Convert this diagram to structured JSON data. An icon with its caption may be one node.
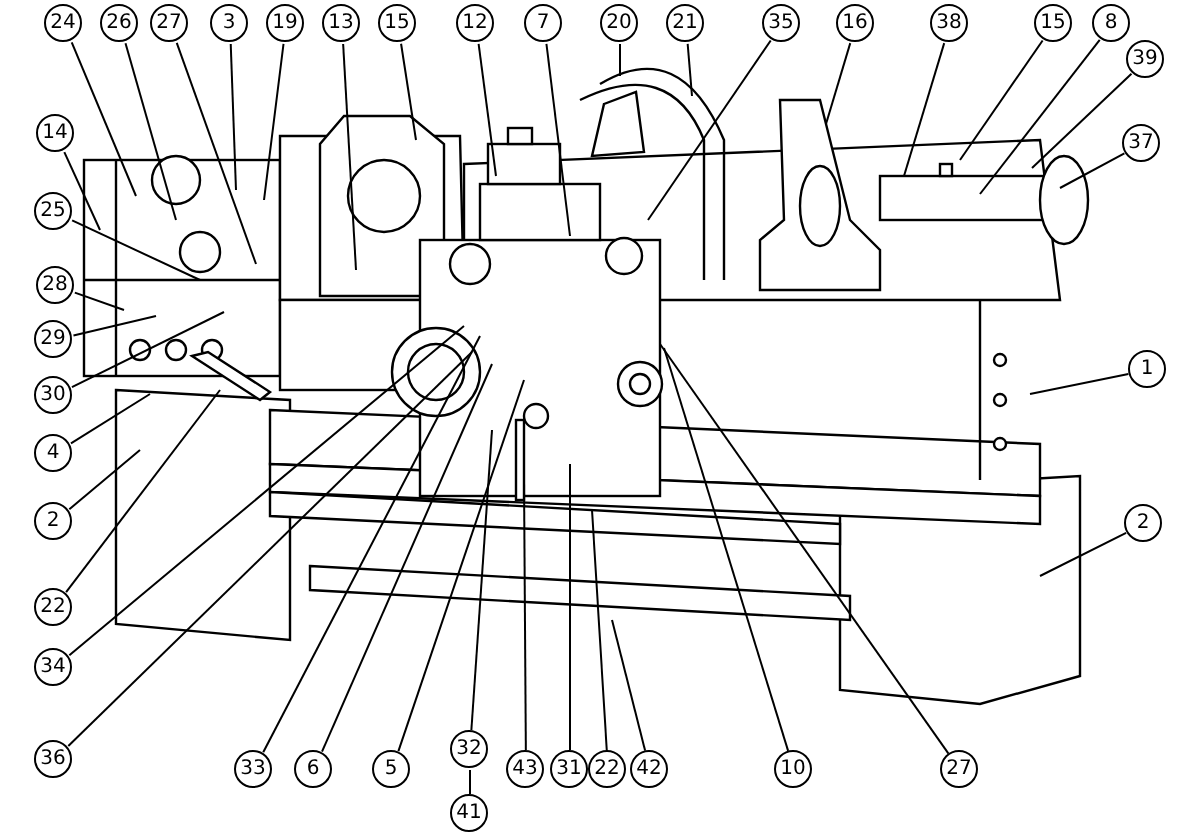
{
  "diagram": {
    "nodes": [
      {
        "text": [
          "24"
        ]
      },
      {
        "text": [
          "26"
        ]
      },
      {
        "text": [
          "27"
        ]
      },
      {
        "text": [
          "3"
        ]
      },
      {
        "text": [
          "19"
        ]
      },
      {
        "text": [
          "13"
        ]
      },
      {
        "text": [
          "15"
        ]
      },
      {
        "text": [
          "12"
        ]
      },
      {
        "text": [
          "7"
        ]
      },
      {
        "text": [
          "20"
        ]
      },
      {
        "text": [
          "21"
        ]
      },
      {
        "text": [
          "35"
        ]
      },
      {
        "text": [
          "16"
        ]
      },
      {
        "text": [
          "38"
        ]
      },
      {
        "text": [
          "15"
        ]
      },
      {
        "text": [
          "8"
        ]
      },
      {
        "text": [
          "39"
        ]
      },
      {
        "text": [
          "37"
        ]
      },
      {
        "text": [
          "14"
        ]
      },
      {
        "text": [
          "25"
        ]
      },
      {
        "text": [
          "28"
        ]
      },
      {
        "text": [
          "29"
        ]
      },
      {
        "text": [
          "30"
        ]
      },
      {
        "text": [
          "4"
        ]
      },
      {
        "text": [
          "2"
        ]
      },
      {
        "text": [
          "22"
        ]
      },
      {
        "text": [
          "34"
        ]
      },
      {
        "text": [
          "36"
        ]
      },
      {
        "text": [
          "1"
        ]
      },
      {
        "text": [
          "2"
        ]
      },
      {
        "text": [
          "33"
        ]
      },
      {
        "text": [
          "6"
        ]
      },
      {
        "text": [
          "5"
        ]
      },
      {
        "text": [
          "32"
        ]
      },
      {
        "text": [
          "41"
        ]
      },
      {
        "text": [
          "43"
        ]
      },
      {
        "text": [
          "31"
        ]
      },
      {
        "text": [
          "22"
        ]
      },
      {
        "text": [
          "42"
        ]
      },
      {
        "text": [
          "10"
        ]
      },
      {
        "text": [
          "27"
        ]
      }
    ],
    "edges": [
      {
        "from": 0,
        "to": null,
        "arrow": "none"
      },
      {
        "from": 1,
        "to": null,
        "arrow": "none"
      },
      {
        "from": 2,
        "to": null,
        "arrow": "none"
      },
      {
        "from": 3,
        "to": null,
        "arrow": "none"
      },
      {
        "from": 4,
        "to": null,
        "arrow": "none"
      },
      {
        "from": 5,
        "to": null,
        "arrow": "none"
      },
      {
        "from": 6,
        "to": null,
        "arrow": "none"
      },
      {
        "from": 7,
        "to": null,
        "arrow": "none"
      },
      {
        "from": 8,
        "to": null,
        "arrow": "none"
      },
      {
        "from": 9,
        "to": null,
        "arrow": "none"
      },
      {
        "from": 10,
        "to": null,
        "arrow": "none"
      },
      {
        "from": 11,
        "to": null,
        "arrow": "none"
      },
      {
        "from": 12,
        "to": null,
        "arrow": "none"
      },
      {
        "from": 13,
        "to": null,
        "arrow": "none"
      },
      {
        "from": 14,
        "to": null,
        "arrow": "none"
      },
      {
        "from": 15,
        "to": null,
        "arrow": "none"
      },
      {
        "from": 16,
        "to": null,
        "arrow": "none"
      },
      {
        "from": 17,
        "to": null,
        "arrow": "none"
      },
      {
        "from": 18,
        "to": null,
        "arrow": "none"
      },
      {
        "from": 19,
        "to": null,
        "arrow": "none"
      },
      {
        "from": 20,
        "to": null,
        "arrow": "none"
      },
      {
        "from": 21,
        "to": null,
        "arrow": "none"
      },
      {
        "from": 22,
        "to": null,
        "arrow": "none"
      },
      {
        "from": 23,
        "to": null,
        "arrow": "none"
      },
      {
        "from": 24,
        "to": null,
        "arrow": "none"
      },
      {
        "from": 25,
        "to": null,
        "arrow": "none"
      },
      {
        "from": 26,
        "to": null,
        "arrow": "none"
      },
      {
        "from": 27,
        "to": null,
        "arrow": "none"
      },
      {
        "from": 28,
        "to": null,
        "arrow": "none"
      },
      {
        "from": 29,
        "to": null,
        "arrow": "none"
      },
      {
        "from": 30,
        "to": null,
        "arrow": "none"
      },
      {
        "from": 31,
        "to": null,
        "arrow": "none"
      },
      {
        "from": 32,
        "to": null,
        "arrow": "none"
      },
      {
        "from": 33,
        "to": null,
        "arrow": "none"
      },
      {
        "from": 34,
        "to": 33,
        "arrow": "none"
      },
      {
        "from": 35,
        "to": null,
        "arrow": "none"
      },
      {
        "from": 36,
        "to": null,
        "arrow": "none"
      },
      {
        "from": 37,
        "to": null,
        "arrow": "none"
      },
      {
        "from": 38,
        "to": null,
        "arrow": "none"
      },
      {
        "from": 39,
        "to": null,
        "arrow": "none"
      },
      {
        "from": 40,
        "to": null,
        "arrow": "none"
      }
    ]
  }
}
